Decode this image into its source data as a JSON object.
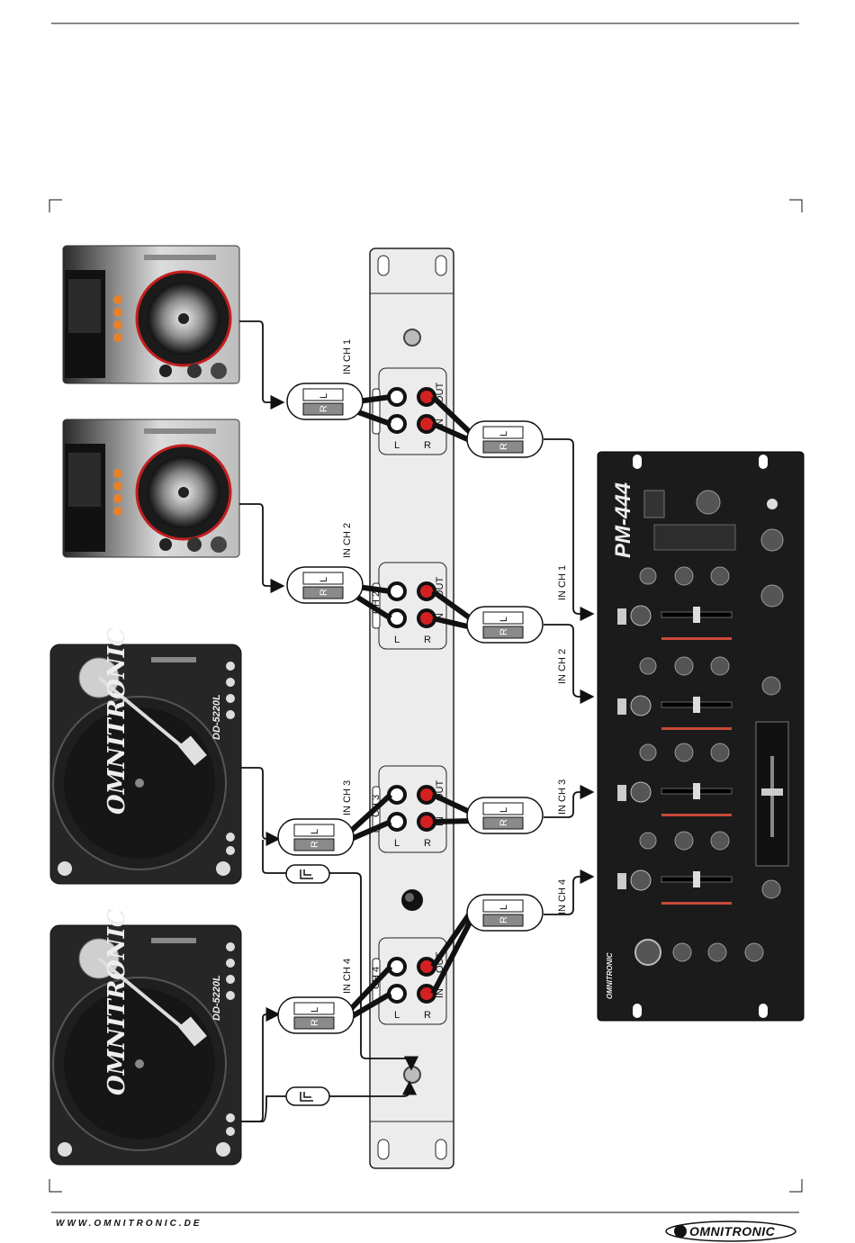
{
  "footer": {
    "website": "WWW.OMNITRONIC.DE",
    "brand": "OMNITRONIC"
  },
  "rack_panel": {
    "channels": [
      "CH 1",
      "CH 2",
      "CH 3",
      "CH 4"
    ],
    "jack_left": "L",
    "jack_right": "R",
    "out_label": "OUT",
    "in_label": "IN"
  },
  "input_labels": [
    "IN CH 1",
    "IN CH 2",
    "IN CH 3",
    "IN CH 4"
  ],
  "mixer_input_labels": [
    "IN CH 1",
    "IN CH 2",
    "IN CH 3",
    "IN CH 4"
  ],
  "plug_letters": {
    "left": "L",
    "right": "R"
  },
  "turntable": {
    "brand": "OMNITRONIC",
    "model": "DD-5220L"
  },
  "mixer": {
    "model": "PM-444",
    "brand": "OMNITRONIC"
  },
  "colors": {
    "rca_red": "#d42020",
    "rca_white": "#ffffff",
    "device_dark": "#1a1a1a",
    "panel_gray": "#ececec",
    "accent_orange": "#e8822a"
  }
}
